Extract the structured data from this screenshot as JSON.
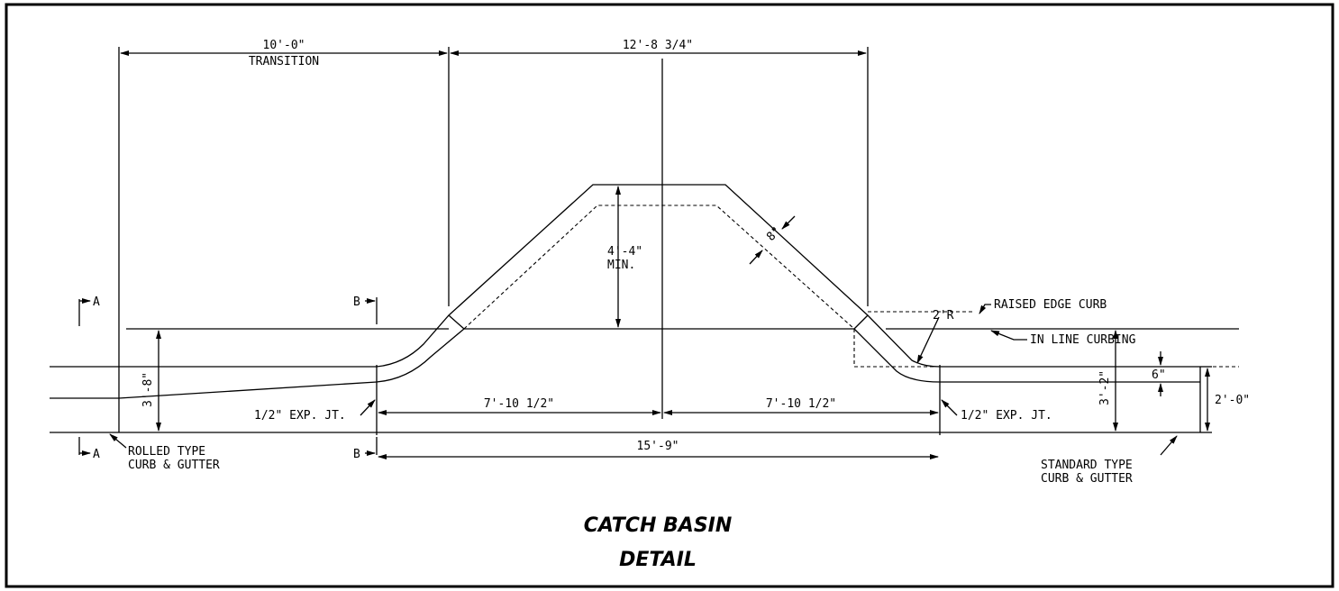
{
  "title": {
    "line1": "CATCH BASIN",
    "line2": "DETAIL"
  },
  "dimensions": {
    "transition_length": "10'-0\"",
    "transition_label": "TRANSITION",
    "basin_width": "12'-8 3/4\"",
    "basin_depth": "4'-4\"",
    "basin_depth_note": "MIN.",
    "wall_thickness": "8\"",
    "left_half": "7'-10 1/2\"",
    "right_half": "7'-10 1/2\"",
    "overall": "15'-9\"",
    "left_height": "3'-8\"",
    "right_height": "3'-2\"",
    "curb_offset": "6\"",
    "gutter_width": "2'-0\"",
    "radius": "2'R"
  },
  "labels": {
    "exp_joint_left": "1/2\" EXP. JT.",
    "exp_joint_right": "1/2\" EXP. JT.",
    "raised_edge_curb": "RAISED EDGE CURB",
    "in_line_curbing": "IN LINE CURBING",
    "rolled_type_line1": "ROLLED TYPE",
    "rolled_type_line2": "CURB & GUTTER",
    "standard_type_line1": "STANDARD TYPE",
    "standard_type_line2": "CURB & GUTTER",
    "section_a": "A",
    "section_b": "B"
  }
}
